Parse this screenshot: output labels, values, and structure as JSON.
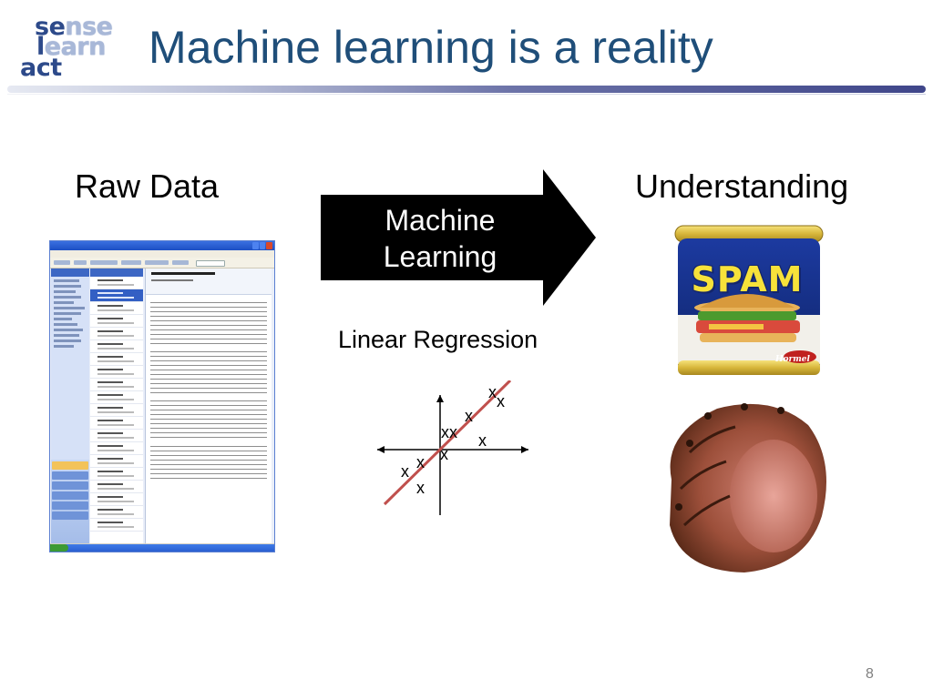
{
  "slide": {
    "title": "Machine learning is a reality",
    "page_number": "8"
  },
  "logo": {
    "line1_a": "se",
    "line1_b": "nse",
    "line2_a": "l",
    "line2_b": "earn",
    "line3_a": "act"
  },
  "left": {
    "heading": "Raw Data",
    "screenshot_icon": "outlook-inbox-window"
  },
  "center": {
    "arrow_line1": "Machine",
    "arrow_line2": "Learning",
    "method_label": "Linear Regression",
    "point_marker": "x"
  },
  "right": {
    "heading": "Understanding",
    "can_label": "SPAM",
    "can_brand": "Hormel",
    "ham_icon": "glazed-ham"
  },
  "colors": {
    "title": "#1f4e79",
    "arrow": "#000000",
    "regression_line": "#c0504d",
    "logo_dark": "#2d4a8a",
    "logo_light": "#a8b8d8"
  }
}
